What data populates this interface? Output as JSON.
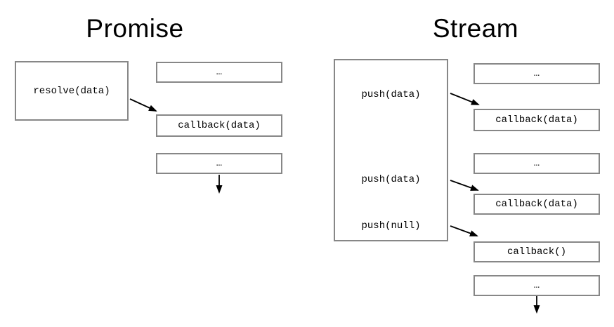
{
  "diagram": {
    "colors": {
      "background": "#ffffff",
      "box_border": "#878787",
      "text": "#000000",
      "arrow": "#000000"
    },
    "promise": {
      "title": "Promise",
      "producer_label": "resolve(data)",
      "queue": [
        {
          "label": "…"
        },
        {
          "label": "callback(data)"
        },
        {
          "label": "…"
        }
      ]
    },
    "stream": {
      "title": "Stream",
      "producer_labels": [
        "push(data)",
        "push(data)",
        "push(null)"
      ],
      "queue": [
        {
          "label": "…"
        },
        {
          "label": "callback(data)"
        },
        {
          "label": "…"
        },
        {
          "label": "callback(data)"
        },
        {
          "label": "callback()"
        },
        {
          "label": "…"
        }
      ]
    }
  }
}
